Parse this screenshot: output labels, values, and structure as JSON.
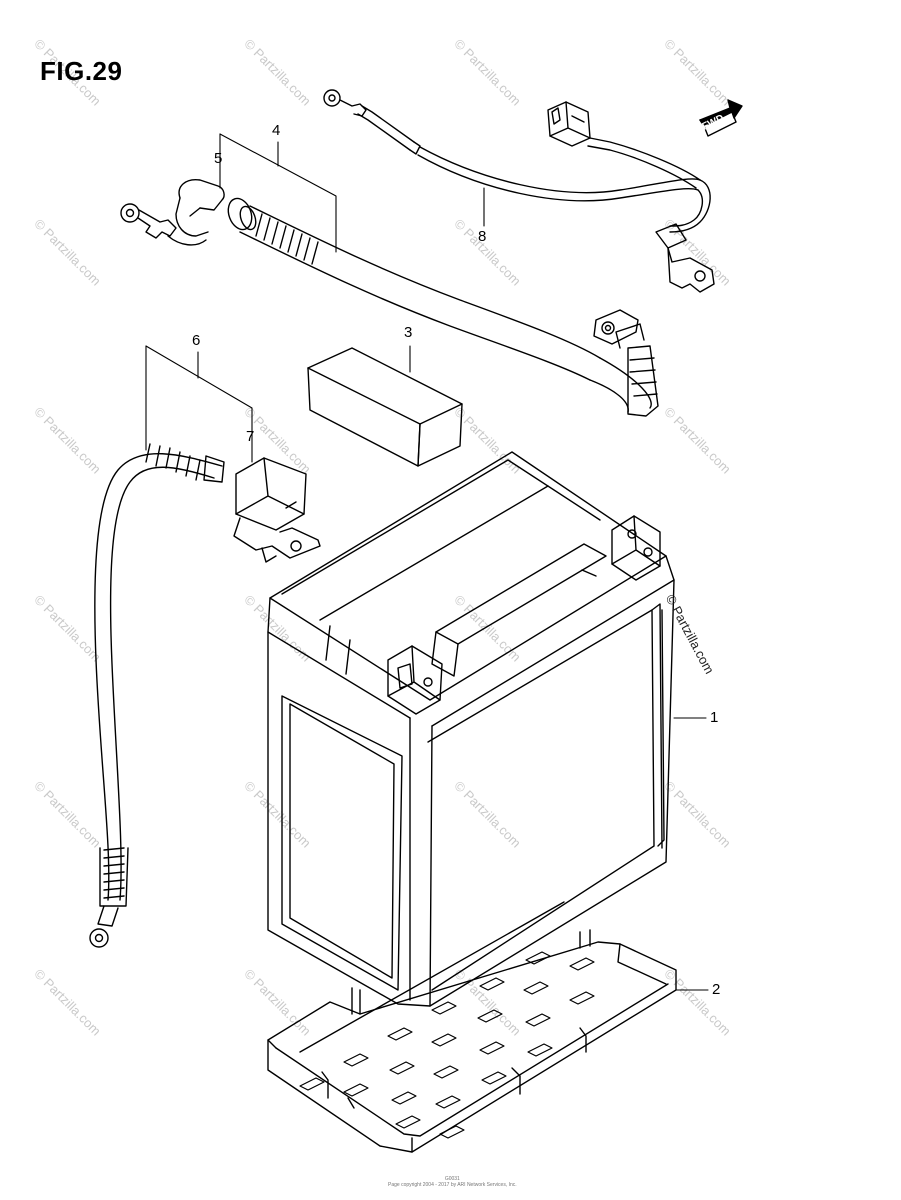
{
  "figure": {
    "title": "FIG.29"
  },
  "callouts": {
    "c1": "1",
    "c2": "2",
    "c3": "3",
    "c4": "4",
    "c5": "5",
    "c6": "6",
    "c7": "7",
    "c8": "8"
  },
  "direction_marker": "FWD",
  "watermark": {
    "text": "© Partzilla.com"
  },
  "brand_overlay": "© Partzilla.com",
  "footer": {
    "code": "G0031",
    "copyright": "Page copyright 2004 - 2017 by ARI Network Services, Inc."
  }
}
